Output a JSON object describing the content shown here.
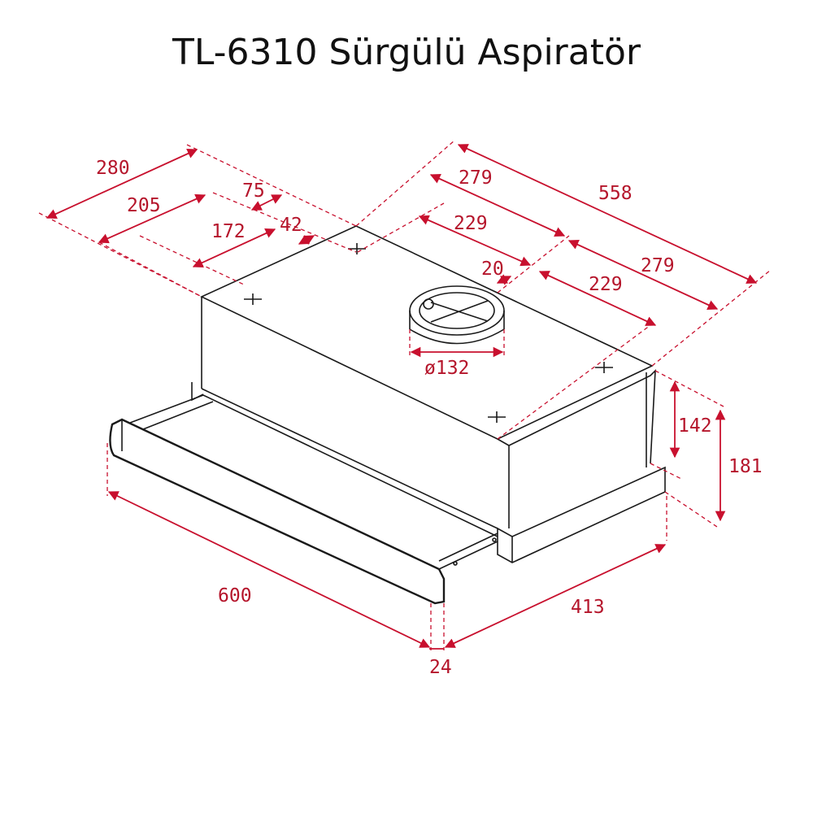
{
  "title": "TL-6310 Sürgülü Aspiratör",
  "colors": {
    "dimension": "#c8102e",
    "outline": "#1a1a1a",
    "background": "#ffffff"
  },
  "dimensions": {
    "d280": "280",
    "d205": "205",
    "d75": "75",
    "d172": "172",
    "d42": "42",
    "d279_top": "279",
    "d558": "558",
    "d229_top": "229",
    "d20": "20",
    "d279_right": "279",
    "d229_right": "229",
    "d_outlet": "ø132",
    "d142": "142",
    "d181": "181",
    "d600": "600",
    "d413": "413",
    "d24": "24"
  }
}
